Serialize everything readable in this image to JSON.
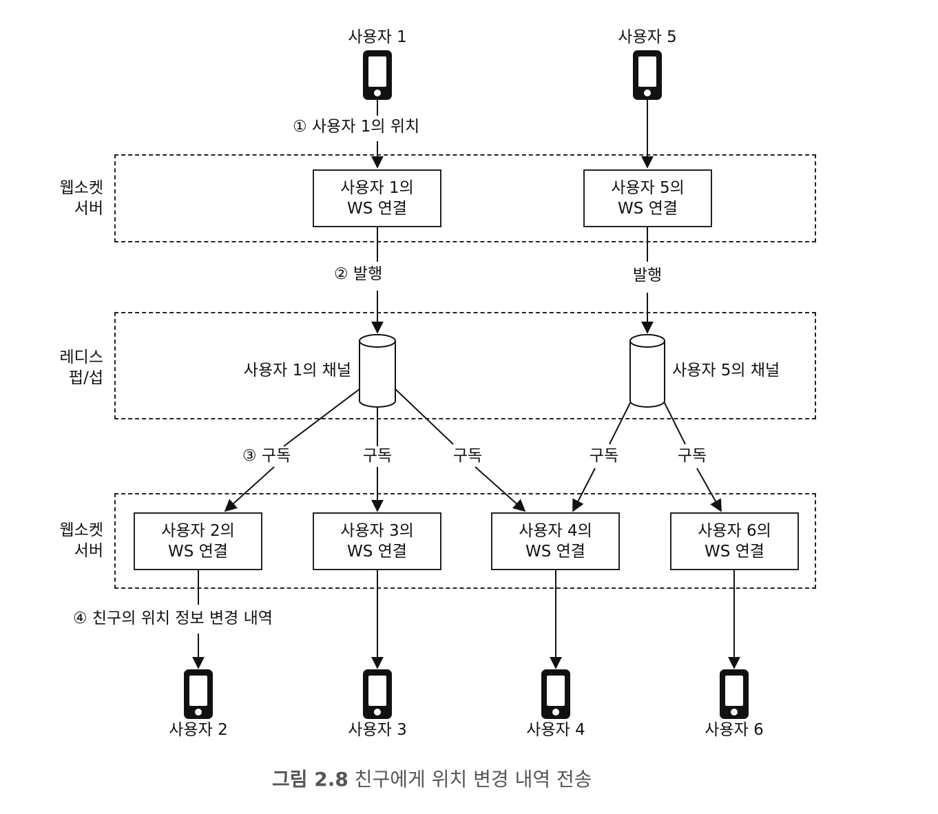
{
  "users": {
    "u1": "사용자 1",
    "u5": "사용자 5",
    "u2": "사용자 2",
    "u3": "사용자 3",
    "u4": "사용자 4",
    "u6": "사용자 6"
  },
  "groups": {
    "ws_top_l1": "웹소켓",
    "ws_top_l2": "서버",
    "redis_l1": "레디스",
    "redis_l2": "펍/섭",
    "ws_bottom_l1": "웹소켓",
    "ws_bottom_l2": "서버"
  },
  "boxes": {
    "u1_l1": "사용자 1의",
    "u5_l1": "사용자 5의",
    "u2_l1": "사용자 2의",
    "u3_l1": "사용자 3의",
    "u4_l1": "사용자 4의",
    "u6_l1": "사용자 6의",
    "ws_line2": "WS 연결"
  },
  "channels": {
    "c1": "사용자 1의 채널",
    "c5": "사용자 5의 채널"
  },
  "steps": {
    "s1": "① 사용자 1의 위치",
    "s2": "② 발행",
    "publish": "발행",
    "s3": "③ 구독",
    "subscribe": "구독",
    "s4": "④ 친구의 위치 정보 변경 내역"
  },
  "caption": {
    "label": "그림 2.8",
    "text": "친구에게 위치 변경 내역 전송"
  }
}
